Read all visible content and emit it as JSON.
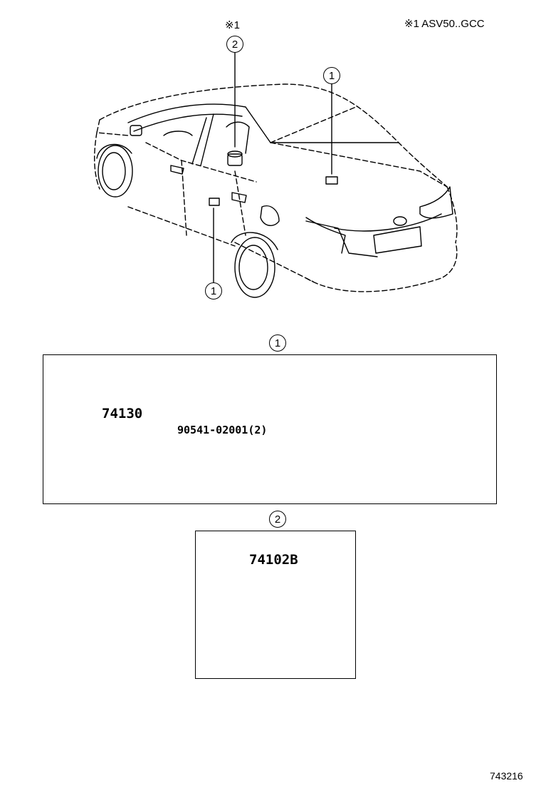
{
  "header": {
    "note_marker": "※1",
    "note_legend": "※1 ASV50..GCC"
  },
  "callouts": {
    "c1_label": "1",
    "c2_label": "2"
  },
  "panel1": {
    "ref": "1",
    "part_main": "74130",
    "part_sub": "90541-02001(2)"
  },
  "panel2": {
    "ref": "2",
    "part_main": "74102B"
  },
  "footer": {
    "illustration_code": "743216"
  }
}
